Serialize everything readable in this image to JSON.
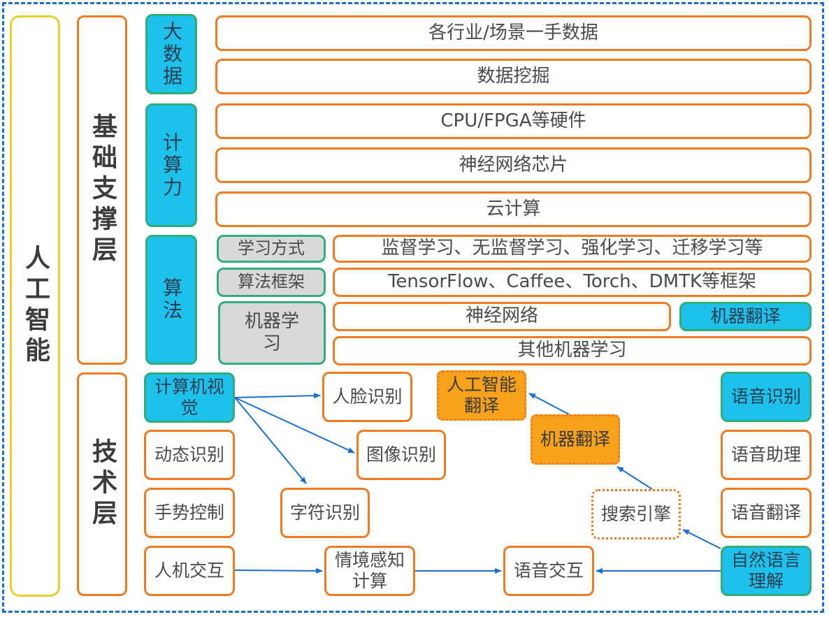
{
  "left_label": "人工智能",
  "layers": {
    "foundation": "基础支撑层",
    "technology": "技术层"
  },
  "foundation": {
    "big_data": {
      "label": "大数据",
      "items": [
        "各行业/场景一手数据",
        "数据挖掘"
      ]
    },
    "computing": {
      "label": "计算力",
      "items": [
        "CPU/FPGA等硬件",
        "神经网络芯片",
        "云计算"
      ]
    },
    "algorithm": {
      "label": "算法",
      "learning_method": "学习方式",
      "learning_method_value": "监督学习、无监督学习、强化学习、迁移学习等",
      "framework": "算法框架",
      "framework_value": "TensorFlow、Caffee、Torch、DMTK等框架",
      "ml": "机器学习",
      "neural_net": "神经网络",
      "mt": "机器翻译",
      "other_ml": "其他机器学习"
    }
  },
  "technology": {
    "cv": "计算机视觉",
    "face": "人脸识别",
    "image": "图像识别",
    "char": "字符识别",
    "motion": "动态识别",
    "gesture": "手势控制",
    "hci": "人机交互",
    "context": "情境感知计算",
    "voice_interaction": "语音交互",
    "ai_translation": "人工智能翻译",
    "machine_translation": "机器翻译",
    "search": "搜索引擎",
    "speech_recognition": "语音识别",
    "voice_assistant": "语音助理",
    "voice_translation": "语音翻译",
    "nlu": "自然语言理解"
  },
  "colors": {
    "orange": "#ee7a24",
    "cyan": "#1ec0ec",
    "green_border": "#2fae7a",
    "grey": "#d9d9d9",
    "yellow": "#e9cf2c",
    "amber": "#f7a21a",
    "arrow_blue": "#1a6fd0"
  }
}
